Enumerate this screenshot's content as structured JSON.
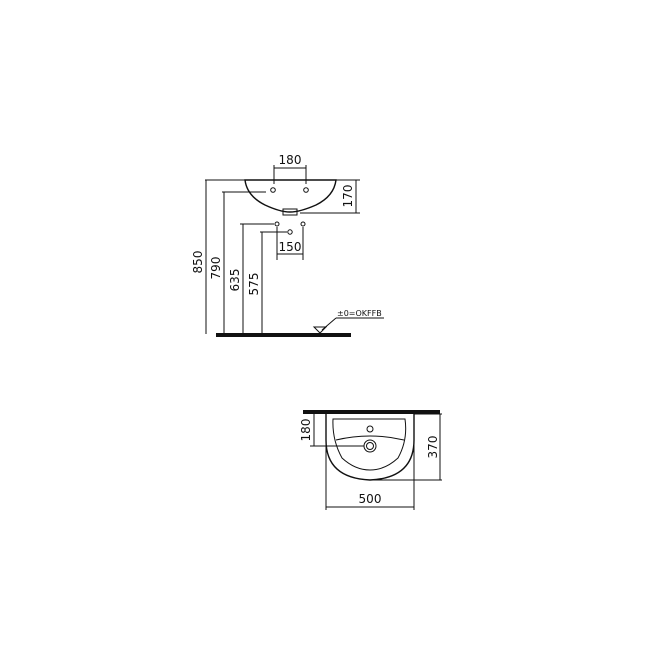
{
  "side_view": {
    "top_width_180": "180",
    "bowl_height_170": "170",
    "trap_spacing_150": "150",
    "height_850": "850",
    "height_790": "790",
    "height_635": "635",
    "height_575": "575",
    "floor_label": "±0=OKFFB"
  },
  "top_view": {
    "depth_180": "180",
    "depth_370": "370",
    "width_500": "500"
  },
  "colors": {
    "line": "#111111",
    "background": "#ffffff"
  }
}
